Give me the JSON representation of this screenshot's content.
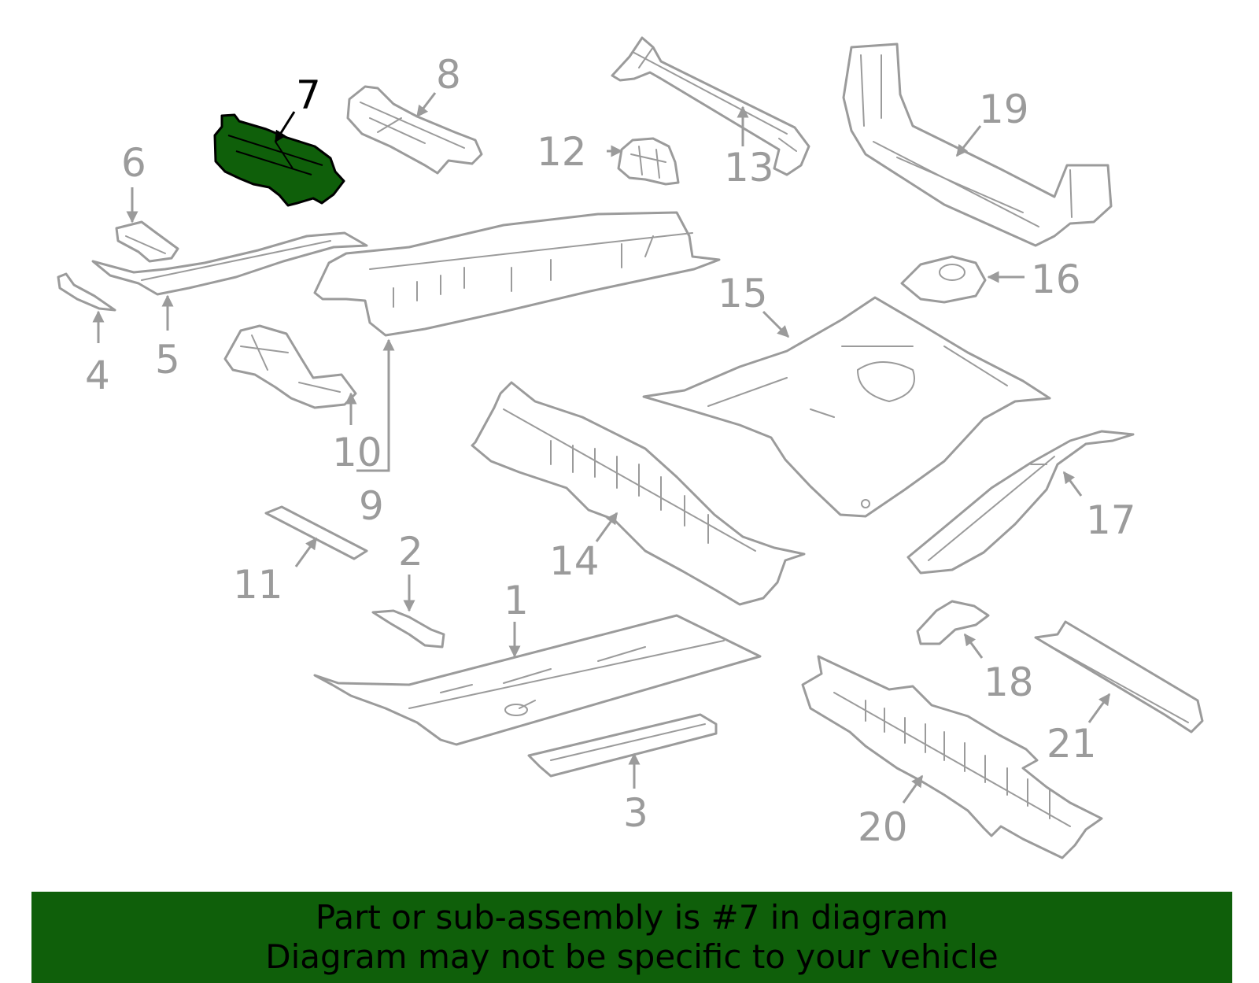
{
  "colors": {
    "selected_fill": "#0f5f0a",
    "line": "#9b9b9b",
    "banner_bg": "#0f5f0a",
    "banner_text": "#000000"
  },
  "selected_part": "7",
  "callouts": {
    "c1": "1",
    "c2": "2",
    "c3": "3",
    "c4": "4",
    "c5": "5",
    "c6": "6",
    "c7": "7",
    "c8": "8",
    "c9": "9",
    "c10": "10",
    "c11": "11",
    "c12": "12",
    "c13": "13",
    "c14": "14",
    "c15": "15",
    "c16": "16",
    "c17": "17",
    "c18": "18",
    "c19": "19",
    "c20": "20",
    "c21": "21"
  },
  "banner": {
    "line1": "Part or sub-assembly is #7 in diagram",
    "line2": "Diagram may not be specific to your vehicle"
  }
}
